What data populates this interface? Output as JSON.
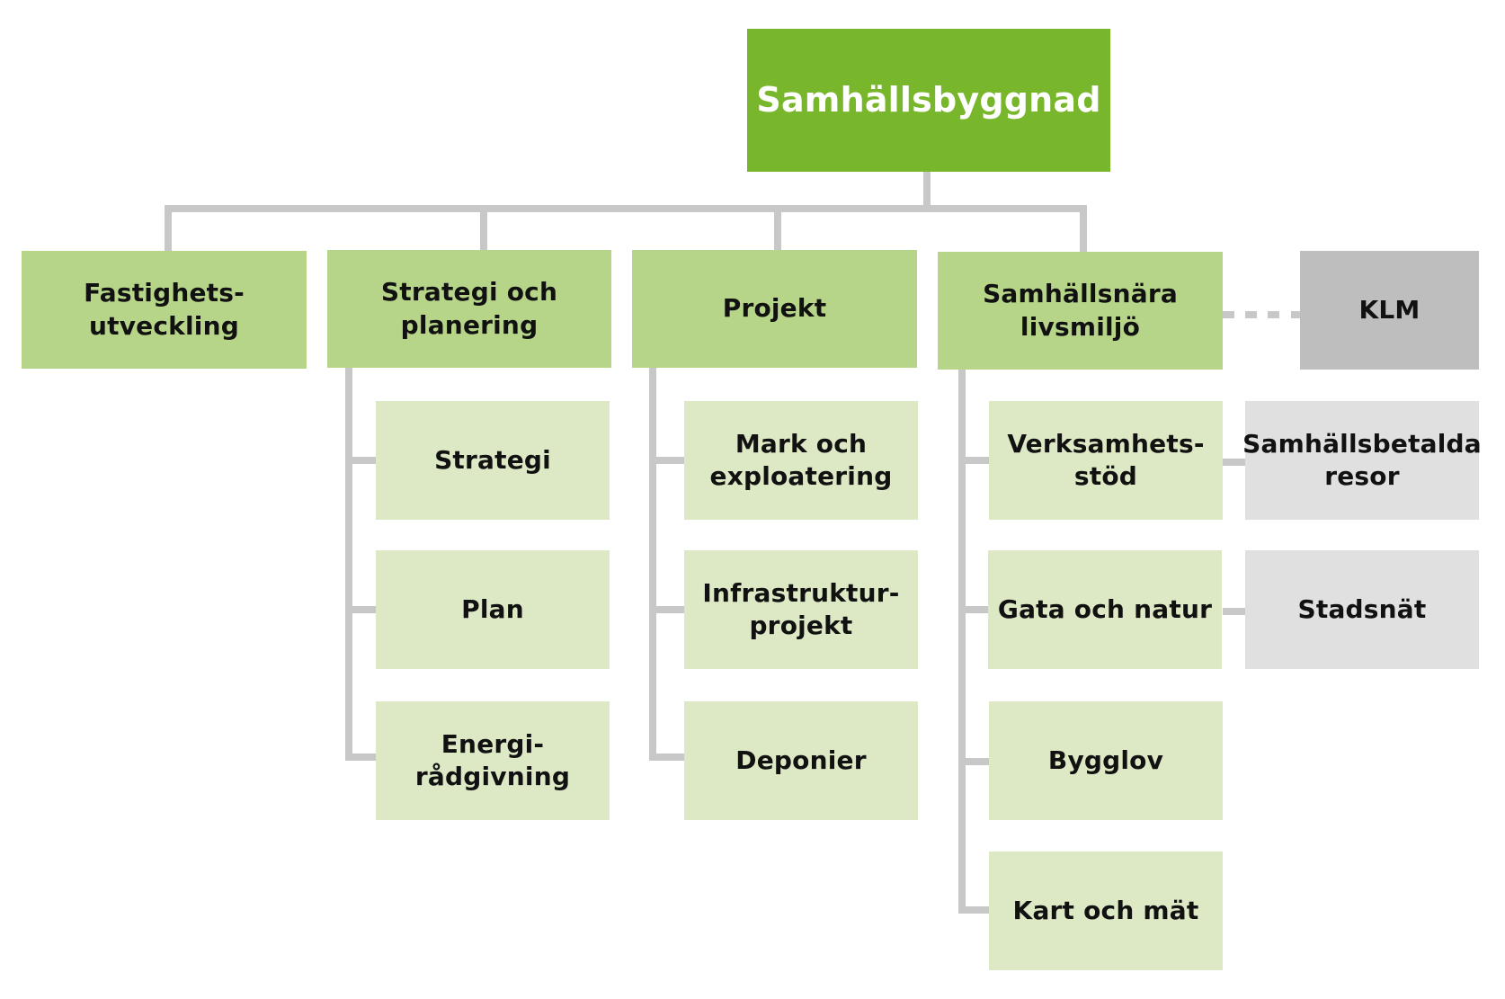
{
  "colors": {
    "root": "#78b72b",
    "department": "#b7d588",
    "unit": "#dde9c5",
    "external_main": "#bebebe",
    "external_unit": "#e0e0e0",
    "connector": "#c8c8c8"
  },
  "root": {
    "label": "Samhällsbyggnad"
  },
  "departments": [
    {
      "label": "Fastighets-\nutveckling",
      "units": []
    },
    {
      "label": "Strategi och\nplanering",
      "units": [
        {
          "label": "Strategi"
        },
        {
          "label": "Plan"
        },
        {
          "label": "Energi-\nrådgivning"
        }
      ]
    },
    {
      "label": "Projekt",
      "units": [
        {
          "label": "Mark och\nexploatering"
        },
        {
          "label": "Infrastruktur-\nprojekt"
        },
        {
          "label": "Deponier"
        }
      ]
    },
    {
      "label": "Samhällsnära\nlivsmiljö",
      "units": [
        {
          "label": "Verksamhets-\nstöd"
        },
        {
          "label": "Gata och natur"
        },
        {
          "label": "Bygglov"
        },
        {
          "label": "Kart och mät"
        }
      ]
    }
  ],
  "external": {
    "main": {
      "label": "KLM",
      "link": "dashed"
    },
    "units": [
      {
        "label": "Samhällsbetalda\nresor"
      },
      {
        "label": "Stadsnät"
      }
    ]
  }
}
